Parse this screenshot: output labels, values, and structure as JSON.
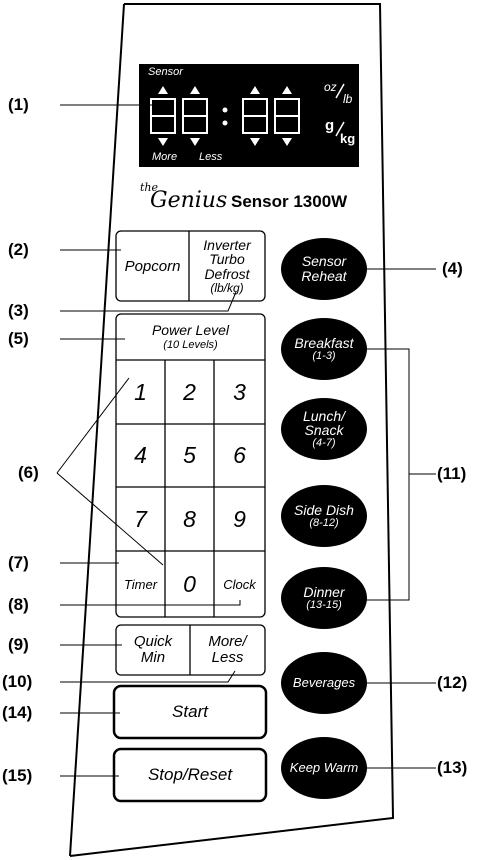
{
  "callouts": [
    "(1)",
    "(2)",
    "(3)",
    "(4)",
    "(5)",
    "(6)",
    "(7)",
    "(8)",
    "(9)",
    "(10)",
    "(11)",
    "(12)",
    "(13)",
    "(14)",
    "(15)"
  ],
  "display": {
    "sensor": "Sensor",
    "more": "More",
    "less": "Less",
    "unit_oz": "oz",
    "unit_lb": "lb",
    "unit_g": "g",
    "unit_kg": "kg"
  },
  "brand": {
    "prefix": "the",
    "name": "Genius",
    "model": "Sensor 1300W"
  },
  "keys": {
    "popcorn": "Popcorn",
    "inverter_1": "Inverter",
    "inverter_2": "Turbo",
    "inverter_3": "Defrost",
    "inverter_4": "(lb/kg)",
    "power_1": "Power Level",
    "power_2": "(10 Levels)",
    "digits": [
      "1",
      "2",
      "3",
      "4",
      "5",
      "6",
      "7",
      "8",
      "9",
      "0"
    ],
    "timer": "Timer",
    "clock": "Clock",
    "quick_1": "Quick",
    "quick_2": "Min",
    "more_1": "More/",
    "more_2": "Less",
    "start": "Start",
    "stop": "Stop/Reset"
  },
  "ovals": {
    "sensor_reheat_1": "Sensor",
    "sensor_reheat_2": "Reheat",
    "breakfast_1": "Breakfast",
    "breakfast_2": "(1-3)",
    "lunch_1": "Lunch/",
    "lunch_2": "Snack",
    "lunch_3": "(4-7)",
    "side_1": "Side Dish",
    "side_2": "(8-12)",
    "dinner_1": "Dinner",
    "dinner_2": "(13-15)",
    "beverages": "Beverages",
    "keep_warm": "Keep Warm"
  }
}
